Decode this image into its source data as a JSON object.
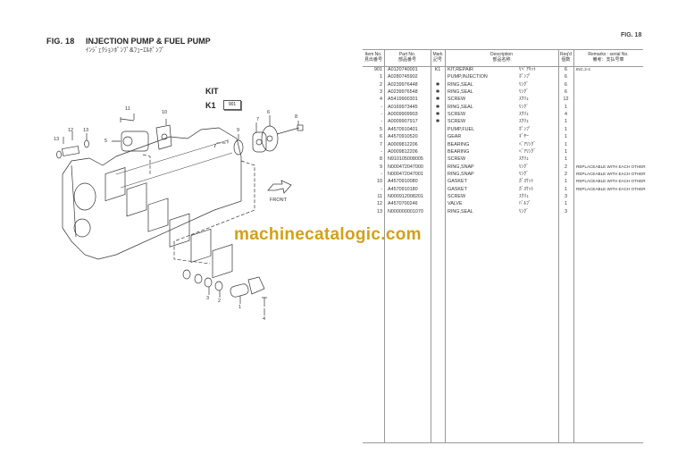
{
  "header": {
    "fig_left": "FIG. 18",
    "title_en": "INJECTION PUMP & FUEL PUMP",
    "title_jp": "ｲﾝｼﾞｪｸｼｮﾝﾎﾟﾝﾌﾟ&ﾌｭｰｴﾙﾎﾟﾝﾌﾟ",
    "fig_right": "FIG. 18"
  },
  "diagram": {
    "kit_title": "KIT",
    "kit_code": "K1",
    "kit_item": "901",
    "front_label": "FRONT",
    "callouts": [
      "1",
      "2",
      "3",
      "4",
      "5",
      "6",
      "7",
      "8",
      "9",
      "10",
      "11",
      "12",
      "13",
      "13"
    ]
  },
  "watermark": "machinecatalogic.com",
  "table": {
    "columns": [
      {
        "en": "Item No.",
        "jp": "見出番号"
      },
      {
        "en": "Part No.",
        "jp": "部品番号"
      },
      {
        "en": "Mark",
        "jp": "記号"
      },
      {
        "en": "Description",
        "jp": "部品名称"
      },
      {
        "en": "Req'd",
        "jp": "個数"
      },
      {
        "en": "Remarks : serial No.",
        "jp": "備考：支払号車"
      }
    ],
    "rows": [
      {
        "item": "901",
        "part": "A0120740001",
        "mark": "K1",
        "desc": "KIT,REPAIR",
        "desc_jp": "ﾘﾍﾟｱｷｯﾄ",
        "qty": "6",
        "remarks": "INC.2-4"
      },
      {
        "item": "1",
        "part": "A0280745902",
        "mark": "",
        "desc": "PUMP,INJECTION",
        "desc_jp": "ﾎﾟﾝﾌﾟ",
        "qty": "6",
        "remarks": ""
      },
      {
        "item": "2",
        "part": "A0239976448",
        "mark": "✱",
        "desc": "RING,SEAL",
        "desc_jp": "ﾘﾝｸﾞ",
        "qty": "6",
        "remarks": ""
      },
      {
        "item": "3",
        "part": "A0239976548",
        "mark": "✱",
        "desc": "RING,SEAL",
        "desc_jp": "ﾘﾝｸﾞ",
        "qty": "6",
        "remarks": ""
      },
      {
        "item": "4",
        "part": "A5419900301",
        "mark": "✱",
        "desc": "SCREW",
        "desc_jp": "ｽｸﾘｭ",
        "qty": "12",
        "remarks": ""
      },
      {
        "item": "-",
        "part": "A0169973445",
        "mark": "✱",
        "desc": "RING,SEAL",
        "desc_jp": "ﾘﾝｸﾞ",
        "qty": "1",
        "remarks": ""
      },
      {
        "item": "-",
        "part": "A0009909903",
        "mark": "✱",
        "desc": "SCREW",
        "desc_jp": "ｽｸﾘｭ",
        "qty": "4",
        "remarks": ""
      },
      {
        "item": "-",
        "part": "A0009907917",
        "mark": "✱",
        "desc": "SCREW",
        "desc_jp": "ｽｸﾘｭ",
        "qty": "1",
        "remarks": ""
      },
      {
        "item": "5",
        "part": "A4570910401",
        "mark": "",
        "desc": "PUMP,FUEL",
        "desc_jp": "ﾎﾟﾝﾌﾟ",
        "qty": "1",
        "remarks": ""
      },
      {
        "item": "6",
        "part": "A4570910520",
        "mark": "",
        "desc": "GEAR",
        "desc_jp": "ｷﾞﾔｰ",
        "qty": "1",
        "remarks": ""
      },
      {
        "item": "7",
        "part": "A0009812206",
        "mark": "",
        "desc": "BEARING",
        "desc_jp": "ﾍﾞｱﾘﾝｸﾞ",
        "qty": "1",
        "remarks": ""
      },
      {
        "item": "-",
        "part": "A0009812206",
        "mark": "",
        "desc": "BEARING",
        "desc_jp": "ﾍﾞｱﾘﾝｸﾞ",
        "qty": "1",
        "remarks": ""
      },
      {
        "item": "8",
        "part": "N910105008005",
        "mark": "",
        "desc": "SCREW",
        "desc_jp": "ｽｸﾘｭ",
        "qty": "1",
        "remarks": ""
      },
      {
        "item": "9",
        "part": "N000472047000",
        "mark": "",
        "desc": "RING,SNAP",
        "desc_jp": "ﾘﾝｸﾞ",
        "qty": "2",
        "remarks": "REPLACEABLE WITH EACH OTHER"
      },
      {
        "item": "-",
        "part": "N000472047001",
        "mark": "",
        "desc": "RING,SNAP",
        "desc_jp": "ﾘﾝｸﾞ",
        "qty": "2",
        "remarks": "REPLACEABLE WITH EACH OTHER"
      },
      {
        "item": "10",
        "part": "A4570910080",
        "mark": "",
        "desc": "GASKET",
        "desc_jp": "ｶﾞｽｹｯﾄ",
        "qty": "1",
        "remarks": "REPLACEABLE WITH EACH OTHER"
      },
      {
        "item": "-",
        "part": "A4570910180",
        "mark": "",
        "desc": "GASKET",
        "desc_jp": "ｶﾞｽｹｯﾄ",
        "qty": "1",
        "remarks": "REPLACEABLE WITH EACH OTHER"
      },
      {
        "item": "11",
        "part": "N000912008201",
        "mark": "",
        "desc": "SCREW",
        "desc_jp": "ｽｸﾘｭ",
        "qty": "3",
        "remarks": ""
      },
      {
        "item": "12",
        "part": "A4570700246",
        "mark": "",
        "desc": "VALVE",
        "desc_jp": "ﾊﾞﾙﾌﾞ",
        "qty": "1",
        "remarks": ""
      },
      {
        "item": "13",
        "part": "N000000001070",
        "mark": "",
        "desc": "RING,SEAL",
        "desc_jp": "ﾘﾝｸﾞ",
        "qty": "3",
        "remarks": ""
      }
    ]
  }
}
